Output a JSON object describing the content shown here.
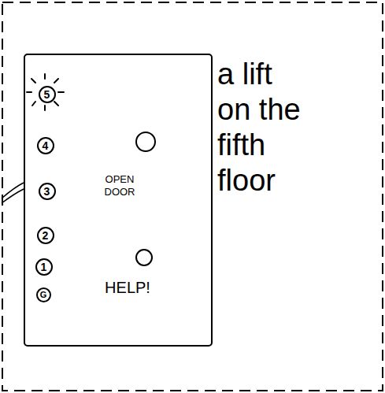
{
  "diagram": {
    "nodes": [
      {
        "text": [
          "OPEN DOOR",
          "HELP!"
        ]
      },
      {
        "text": [
          "5"
        ],
        "in": 0
      },
      {
        "text": [
          "4"
        ],
        "in": 0
      },
      {
        "text": [
          "3"
        ],
        "in": 0
      },
      {
        "text": [
          "2"
        ],
        "in": 0
      },
      {
        "text": [
          "1"
        ],
        "in": 0
      },
      {
        "text": [
          "G"
        ],
        "in": 0
      }
    ],
    "labels": [
      "a lift on the fifth floor"
    ]
  }
}
